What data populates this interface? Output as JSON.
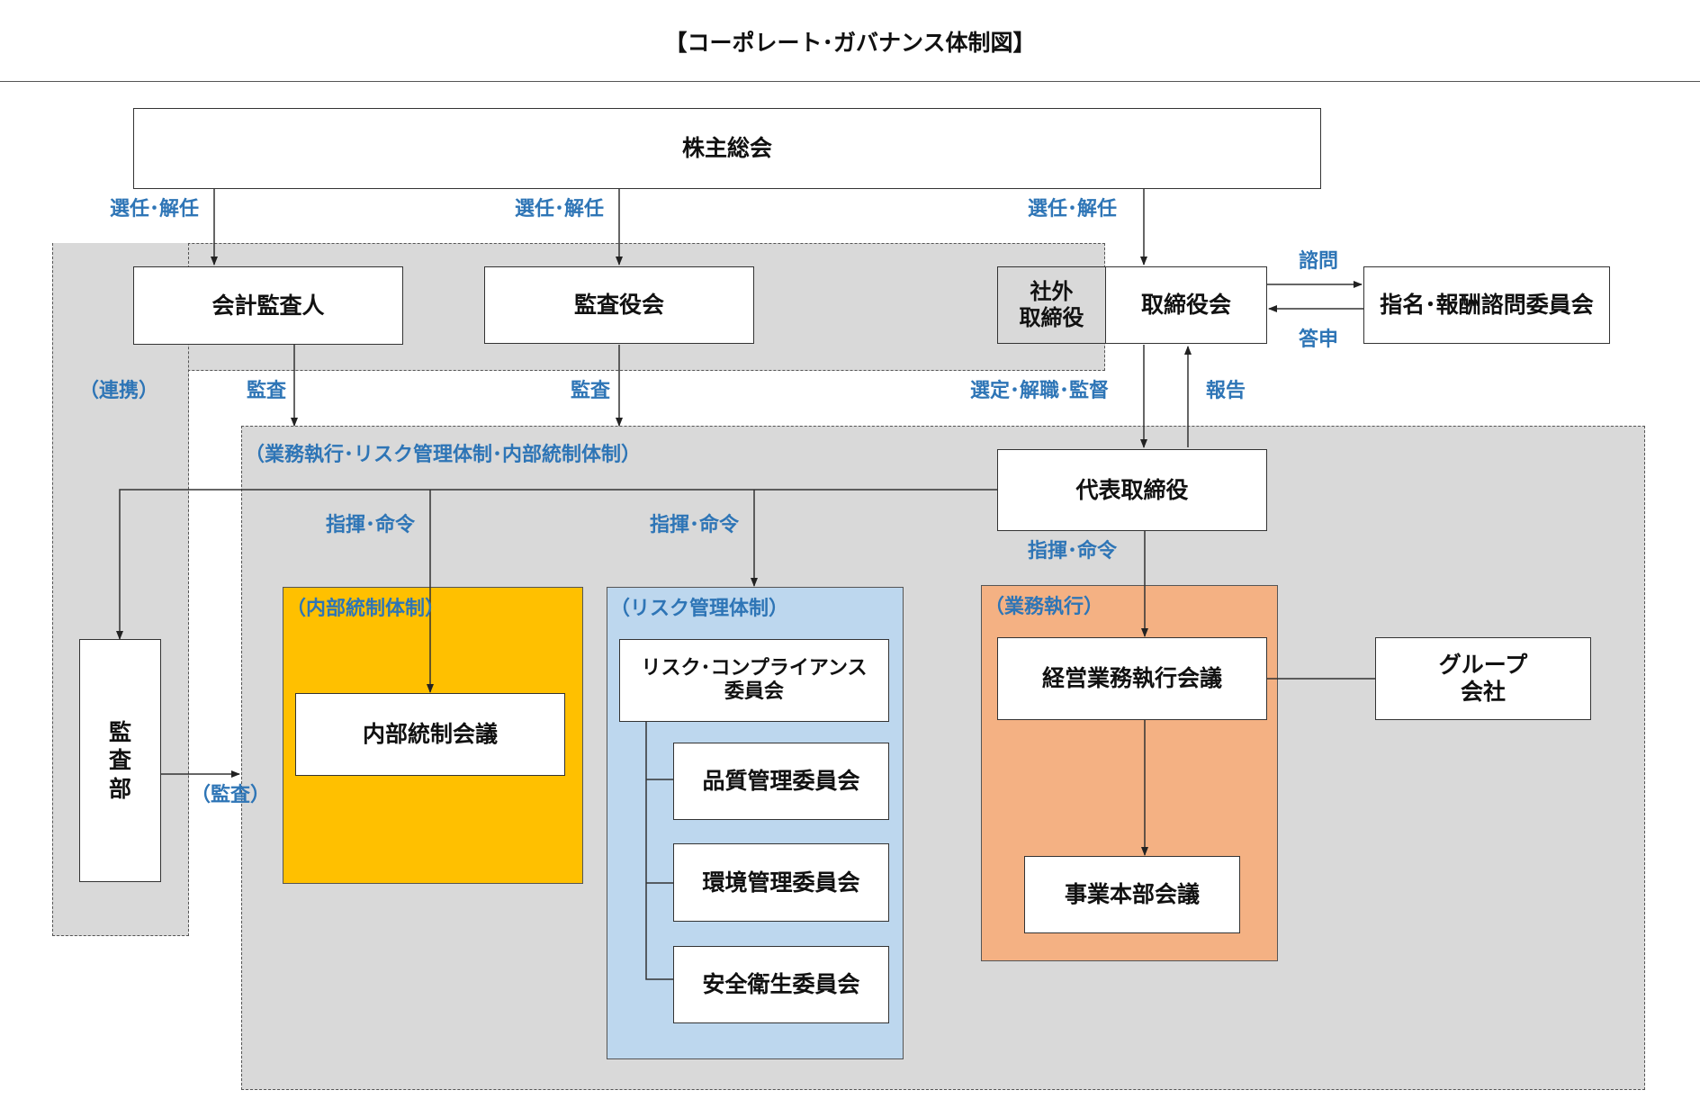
{
  "title": "【コーポレート･ガバナンス体制図】",
  "boxes": {
    "shareholders": "株主総会",
    "accounting_auditor": "会計監査人",
    "audit_board": "監査役会",
    "outside_directors": "社外\n取締役",
    "board": "取締役会",
    "nomination_committee": "指名･報酬諮問委員会",
    "representative_director": "代表取締役",
    "audit_dept": [
      "監",
      "査",
      "部"
    ],
    "internal_control_meeting": "内部統制会議",
    "risk_compliance_committee": "リスク･コンプライアンス\n委員会",
    "quality_committee": "品質管理委員会",
    "environment_committee": "環境管理委員会",
    "safety_committee": "安全衛生委員会",
    "management_meeting": "経営業務執行会議",
    "business_division_meeting": "事業本部会議",
    "group_companies": "グループ\n会社"
  },
  "regions": {
    "execution_system": "（業務執行･リスク管理体制･内部統制体制）",
    "internal_control": "（内部統制体制）",
    "risk_management": "（リスク管理体制）",
    "business_execution": "（業務執行）"
  },
  "labels": {
    "elect_dismiss": "選任･解任",
    "audit": "監査",
    "cooperation": "（連携）",
    "audit_paren": "（監査）",
    "inquiry": "諮問",
    "reply": "答申",
    "appoint_dismiss_supervise": "選定･解職･監督",
    "report": "報告",
    "command": "指揮･命令"
  },
  "colors": {
    "region_grey": "#d9d9d9",
    "internal_control_fill": "#ffc000",
    "risk_management_fill": "#bdd7ee",
    "business_execution_fill": "#f4b183",
    "label_blue": "#2e75b6",
    "line": "#333333"
  }
}
